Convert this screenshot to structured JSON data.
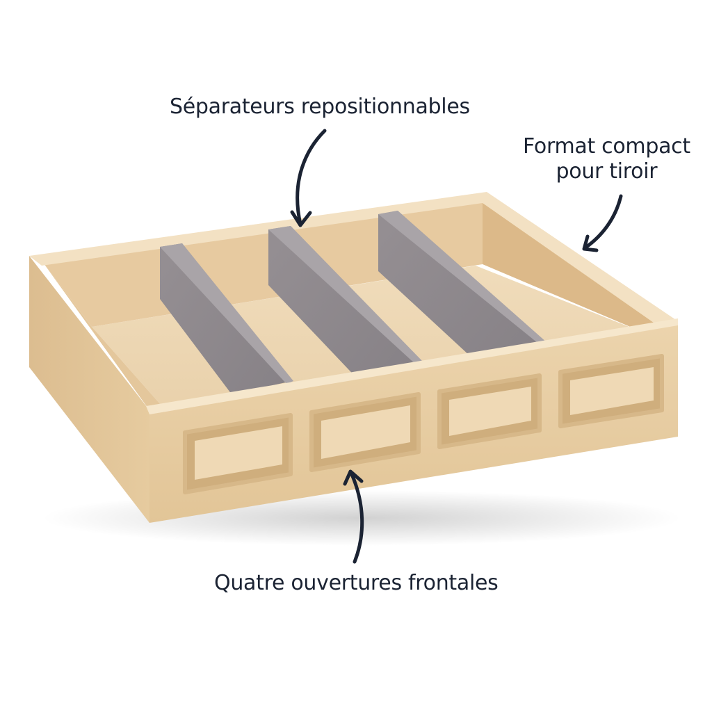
{
  "labels": {
    "dividers": "Séparateurs repositionnables",
    "compact_line1": "Format compact",
    "compact_line2": "pour tiroir",
    "front_openings": "Quatre ouvertures frontales"
  },
  "colors": {
    "background": "#ffffff",
    "wood_light": "#ead1aa",
    "wood_mid": "#dfc095",
    "wood_dark": "#caa878",
    "divider_gray": "#8f8b8f",
    "text": "#1b2333"
  }
}
